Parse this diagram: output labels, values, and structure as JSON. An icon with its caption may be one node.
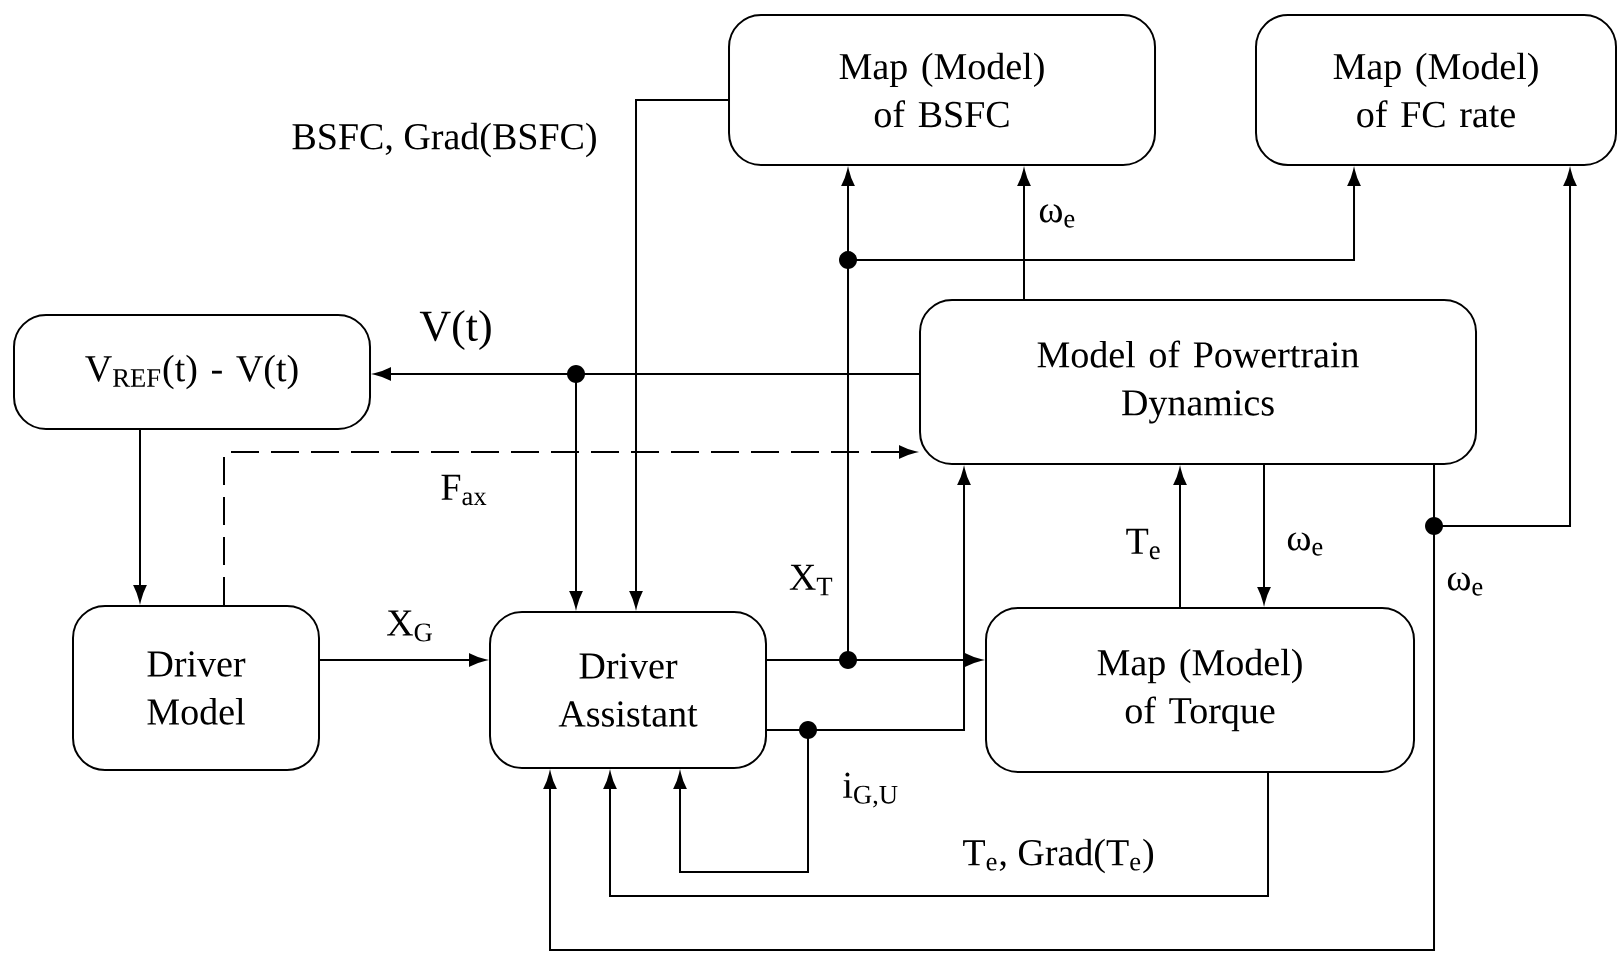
{
  "diagram": {
    "nodes": [
      {
        "text": [
          "Map (Model) of BSFC"
        ]
      },
      {
        "text": [
          "Map (Model) of FC rate"
        ]
      },
      {
        "text": [
          "V$_{REF}$(t) - V(t)"
        ]
      },
      {
        "text": [
          "Model of Powertrain Dynamics"
        ]
      },
      {
        "text": [
          "Driver Model"
        ]
      },
      {
        "text": [
          "Driver Assistant"
        ]
      },
      {
        "text": [
          "Map (Model) of Torque"
        ]
      }
    ],
    "edges": [
      {
        "from": 3,
        "to": 2,
        "arrow": "to",
        "label": "V(t)"
      },
      {
        "from": 3,
        "to": 5,
        "arrow": "to"
      },
      {
        "from": 2,
        "to": 4,
        "arrow": "to"
      },
      {
        "from": 4,
        "to": 3,
        "arrow": "to",
        "style": "dashed",
        "label": "F$_{ax}$"
      },
      {
        "from": 0,
        "to": 5,
        "arrow": "to",
        "label": "BSFC, Grad(BSFC)"
      },
      {
        "from": 4,
        "to": 5,
        "arrow": "to",
        "label": "X$_{G}$"
      },
      {
        "from": 5,
        "to": 6,
        "arrow": "to"
      },
      {
        "from": 5,
        "to": 0,
        "arrow": "to",
        "label": "X$_{T}$"
      },
      {
        "from": 5,
        "to": 1,
        "arrow": "to"
      },
      {
        "from": 5,
        "to": 3,
        "arrow": "to",
        "label": "i$_{G,U}$"
      },
      {
        "from": 5,
        "to": 5,
        "arrow": "to"
      },
      {
        "from": 3,
        "to": 0,
        "arrow": "to",
        "label": "ω$_{e}$"
      },
      {
        "from": 3,
        "to": 6,
        "arrow": "to",
        "label": "ω$_{e}$"
      },
      {
        "from": 6,
        "to": 3,
        "arrow": "to",
        "label": "T$_{e}$"
      },
      {
        "from": 3,
        "to": 1,
        "arrow": "to",
        "label": "ω$_{e}$"
      },
      {
        "from": 3,
        "to": 5,
        "arrow": "to"
      },
      {
        "from": 6,
        "to": 5,
        "arrow": "to",
        "label": "T$_{e}$, Grad(T$_{e}$)"
      }
    ]
  }
}
